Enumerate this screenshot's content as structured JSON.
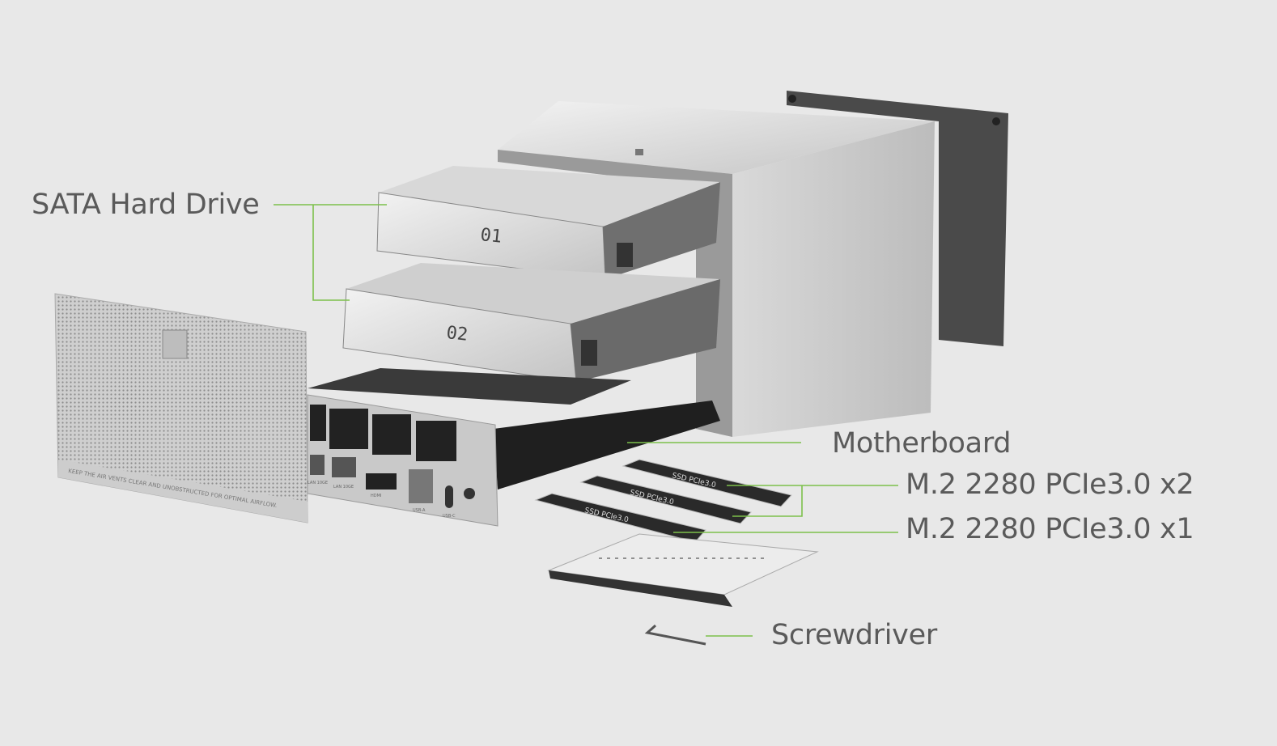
{
  "labels": {
    "sata": "SATA Hard Drive",
    "motherboard": "Motherboard",
    "m2_x2": "M.2 2280 PCIe3.0 x2",
    "m2_x1": "M.2 2280 PCIe3.0 x1",
    "screwdriver": "Screwdriver"
  },
  "product_markings": {
    "drive_1": "01",
    "drive_2": "02",
    "ssd_label": "SSD PCIe3.0",
    "mesh_warning": "KEEP THE AIR VENTS CLEAR AND UNOBSTRUCTED FOR OPTIMAL AIRFLOW.",
    "ports": [
      "LAN 10GE",
      "LAN 10GE",
      "HDMI",
      "USB-A",
      "USB-C"
    ]
  },
  "colors": {
    "background": "#e8e8e8",
    "leader_line": "#7cc04b",
    "label_text": "#5a5a5a"
  }
}
